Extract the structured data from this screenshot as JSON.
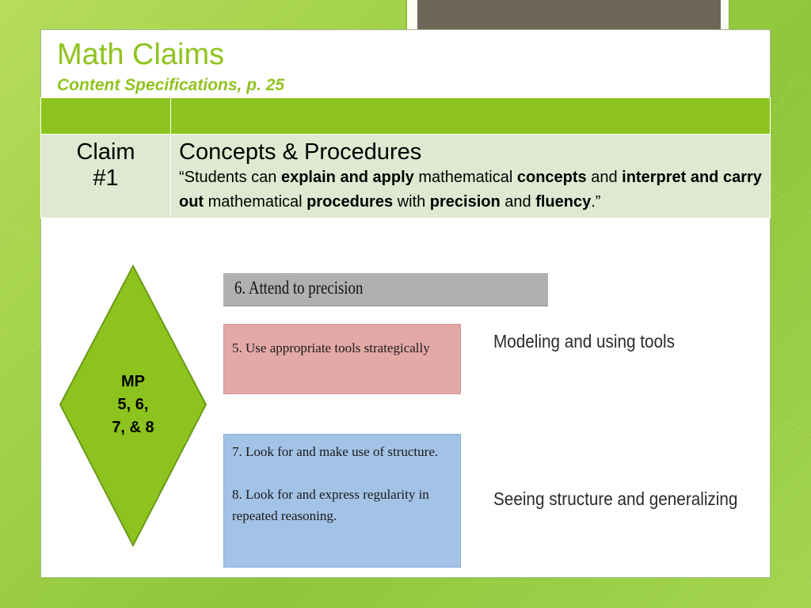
{
  "colors": {
    "accent_green": "#8dc31e",
    "title_green": "#8fc31f",
    "pink_box": "#e3a9a7",
    "blue_box": "#a3c3e6",
    "gray_box": "#b0b0b0"
  },
  "title": "Math Claims",
  "subtitle": "Content Specifications, p. 25",
  "claim": {
    "label_line1": "Claim",
    "label_line2": "#1",
    "heading": "Concepts & Procedures",
    "quote_open": "“Students can ",
    "explain_apply": "explain and apply",
    "t1": " mathematical ",
    "concepts": "concepts",
    "t2": " and ",
    "interpret": "interpret and carry out",
    "t3": " mathematical ",
    "procedures": "procedures",
    "t4": " with ",
    "precision": "precision",
    "t5": " and ",
    "fluency": "fluency",
    "quote_close": ".”"
  },
  "mp": {
    "line1": "MP",
    "line2": "5, 6,",
    "line3": "7, & 8"
  },
  "practices": {
    "mp6": "6.  Attend to precision",
    "mp5": "5. Use appropriate tools strategically",
    "mp7": "7. Look for and make use of structure.",
    "mp8": "8. Look for and express regularity in repeated reasoning."
  },
  "groups": {
    "modeling": "Modeling and using tools",
    "structure": "Seeing structure and generalizing"
  }
}
